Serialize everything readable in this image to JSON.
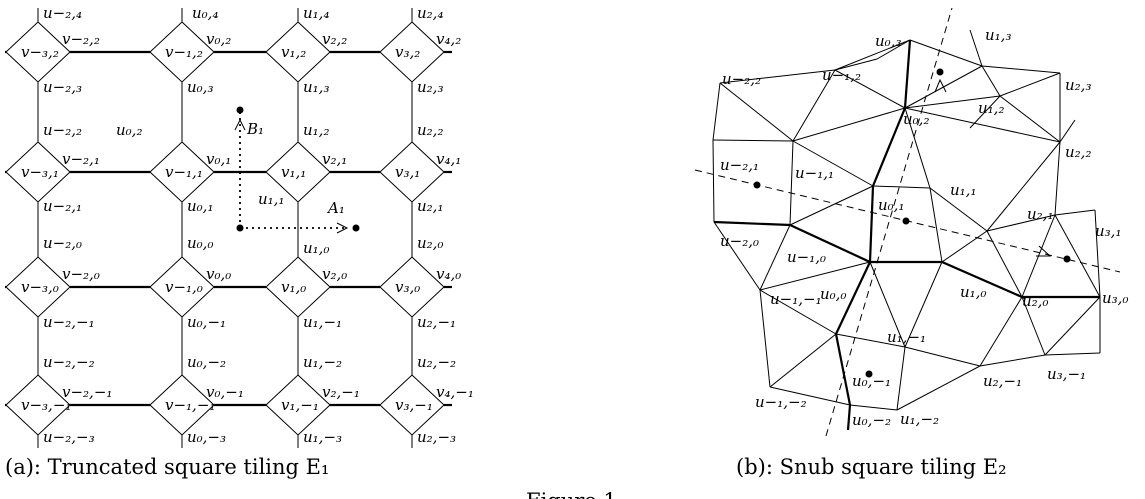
{
  "caption_a": "(a): Truncated square tiling E₁",
  "caption_b": "(b): Snub square tiling E₂",
  "figure_label": "Figure 1",
  "tiling_a": {
    "vertices_v": [
      "v−₃,₂",
      "v−₁,₂",
      "v₁,₂",
      "v₃,₂",
      "v−₃,₁",
      "v−₁,₁",
      "v₁,₁",
      "v₃,₁",
      "v−₃,₀",
      "v−₁,₀",
      "v₁,₀",
      "v₃,₀",
      "v−₃,−₁",
      "v−₁,−₁",
      "v₁,−₁",
      "v₃,−₁"
    ],
    "edges_v": [
      "v−₂,₂",
      "v₀,₂",
      "v₂,₂",
      "v₄,₂",
      "v−₂,₁",
      "v₀,₁",
      "v₂,₁",
      "v₄,₁",
      "v−₂,₀",
      "v₀,₀",
      "v₂,₀",
      "v₄,₀",
      "v−₂,−₁",
      "v₀,−₁",
      "v₂,−₁",
      "v₄,−₁"
    ],
    "u_labels": [
      [
        "u−₂,₄",
        "u₀,₄",
        "u₁,₄",
        "u₂,₄"
      ],
      [
        "u−₂,₃",
        "u₀,₃",
        "u₁,₃",
        "u₂,₃"
      ],
      [
        "u−₂,₂",
        "u₀,₂",
        "u₁,₂",
        "u₂,₂"
      ],
      [
        "u−₂,₁",
        "u₀,₁",
        "u₁,₁",
        "u₂,₁"
      ],
      [
        "u−₂,₀",
        "u₀,₀",
        "u₁,₀",
        "u₂,₀"
      ],
      [
        "u−₂,−₁",
        "u₀,−₁",
        "u₁,−₁",
        "u₂,−₁"
      ],
      [
        "u−₂,−₂",
        "u₀,−₂",
        "u₁,−₂",
        "u₂,−₂"
      ],
      [
        "u−₂,−₃",
        "u₀,−₃",
        "u₁,−₃",
        "u₂,−₃"
      ]
    ],
    "vector_a": "A₁",
    "vector_b": "B₁"
  },
  "tiling_b": {
    "labels": [
      "u₀,₃",
      "u₁,₃",
      "u−₂,₂",
      "u−₁,₂",
      "u₂,₃",
      "u₁,₂",
      "u₀,₂",
      "u₂,₂",
      "u−₂,₁",
      "u−₁,₁",
      "u₀,₁",
      "u₁,₁",
      "u−₂,₀",
      "u−₁,₀",
      "u₂,₁",
      "u₃,₁",
      "u₀,₀",
      "u₁,₀",
      "u₂,₀",
      "u₃,₀",
      "u−₁,−₁",
      "u₁,−₁",
      "u₀,−₁",
      "u−₁,−₂",
      "u₂,−₁",
      "u₃,−₁",
      "u₀,−₂",
      "u₁,−₂"
    ]
  }
}
